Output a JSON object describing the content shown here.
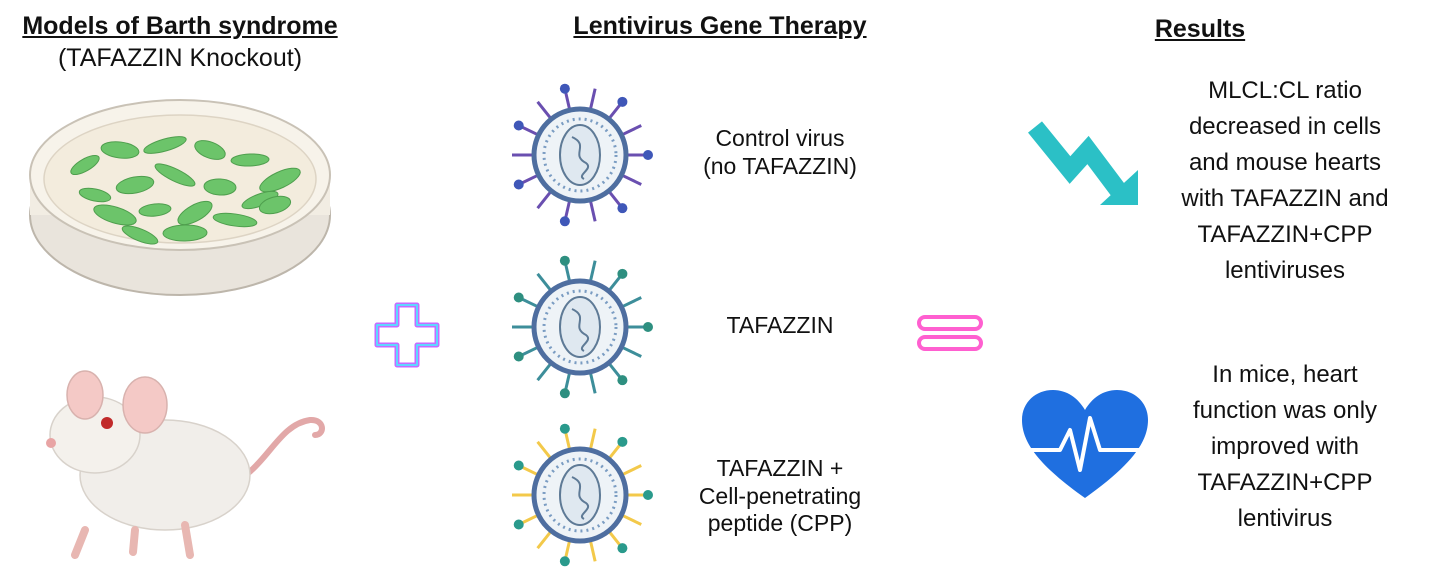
{
  "models": {
    "title": "Models of Barth syndrome",
    "subtitle": "(TAFAZZIN Knockout)"
  },
  "therapy": {
    "title": "Lentivirus Gene Therapy",
    "viruses": [
      {
        "lines": [
          "Control virus",
          "(no TAFAZZIN)"
        ],
        "spike_color": "#6a4fb0",
        "tip_color": "#3f57b8"
      },
      {
        "lines": [
          "TAFAZZIN"
        ],
        "spike_color": "#3d8e9a",
        "tip_color": "#2e8f80"
      },
      {
        "lines": [
          "TAFAZZIN +",
          "Cell-penetrating",
          "peptide (CPP)"
        ],
        "spike_color": "#f3c94a",
        "tip_color": "#2a9a8c"
      }
    ]
  },
  "results": {
    "title": "Results",
    "items": [
      {
        "icon": "trend-down-arrow-icon",
        "lines": [
          "MLCL:CL ratio",
          "decreased in cells",
          "and mouse hearts",
          "with TAFAZZIN and",
          "TAFAZZIN+CPP",
          "lentiviruses"
        ]
      },
      {
        "icon": "heartbeat-icon",
        "lines": [
          "In mice, heart",
          "function was only",
          "improved with",
          "TAFAZZIN+CPP",
          "lentivirus"
        ]
      }
    ]
  },
  "colors": {
    "plus_neon": "#b54bff",
    "equals_neon": "#ff5fd0",
    "arrow": "#2bc0c6",
    "heart": "#1f6fe0",
    "cells": "#6cc46a"
  }
}
